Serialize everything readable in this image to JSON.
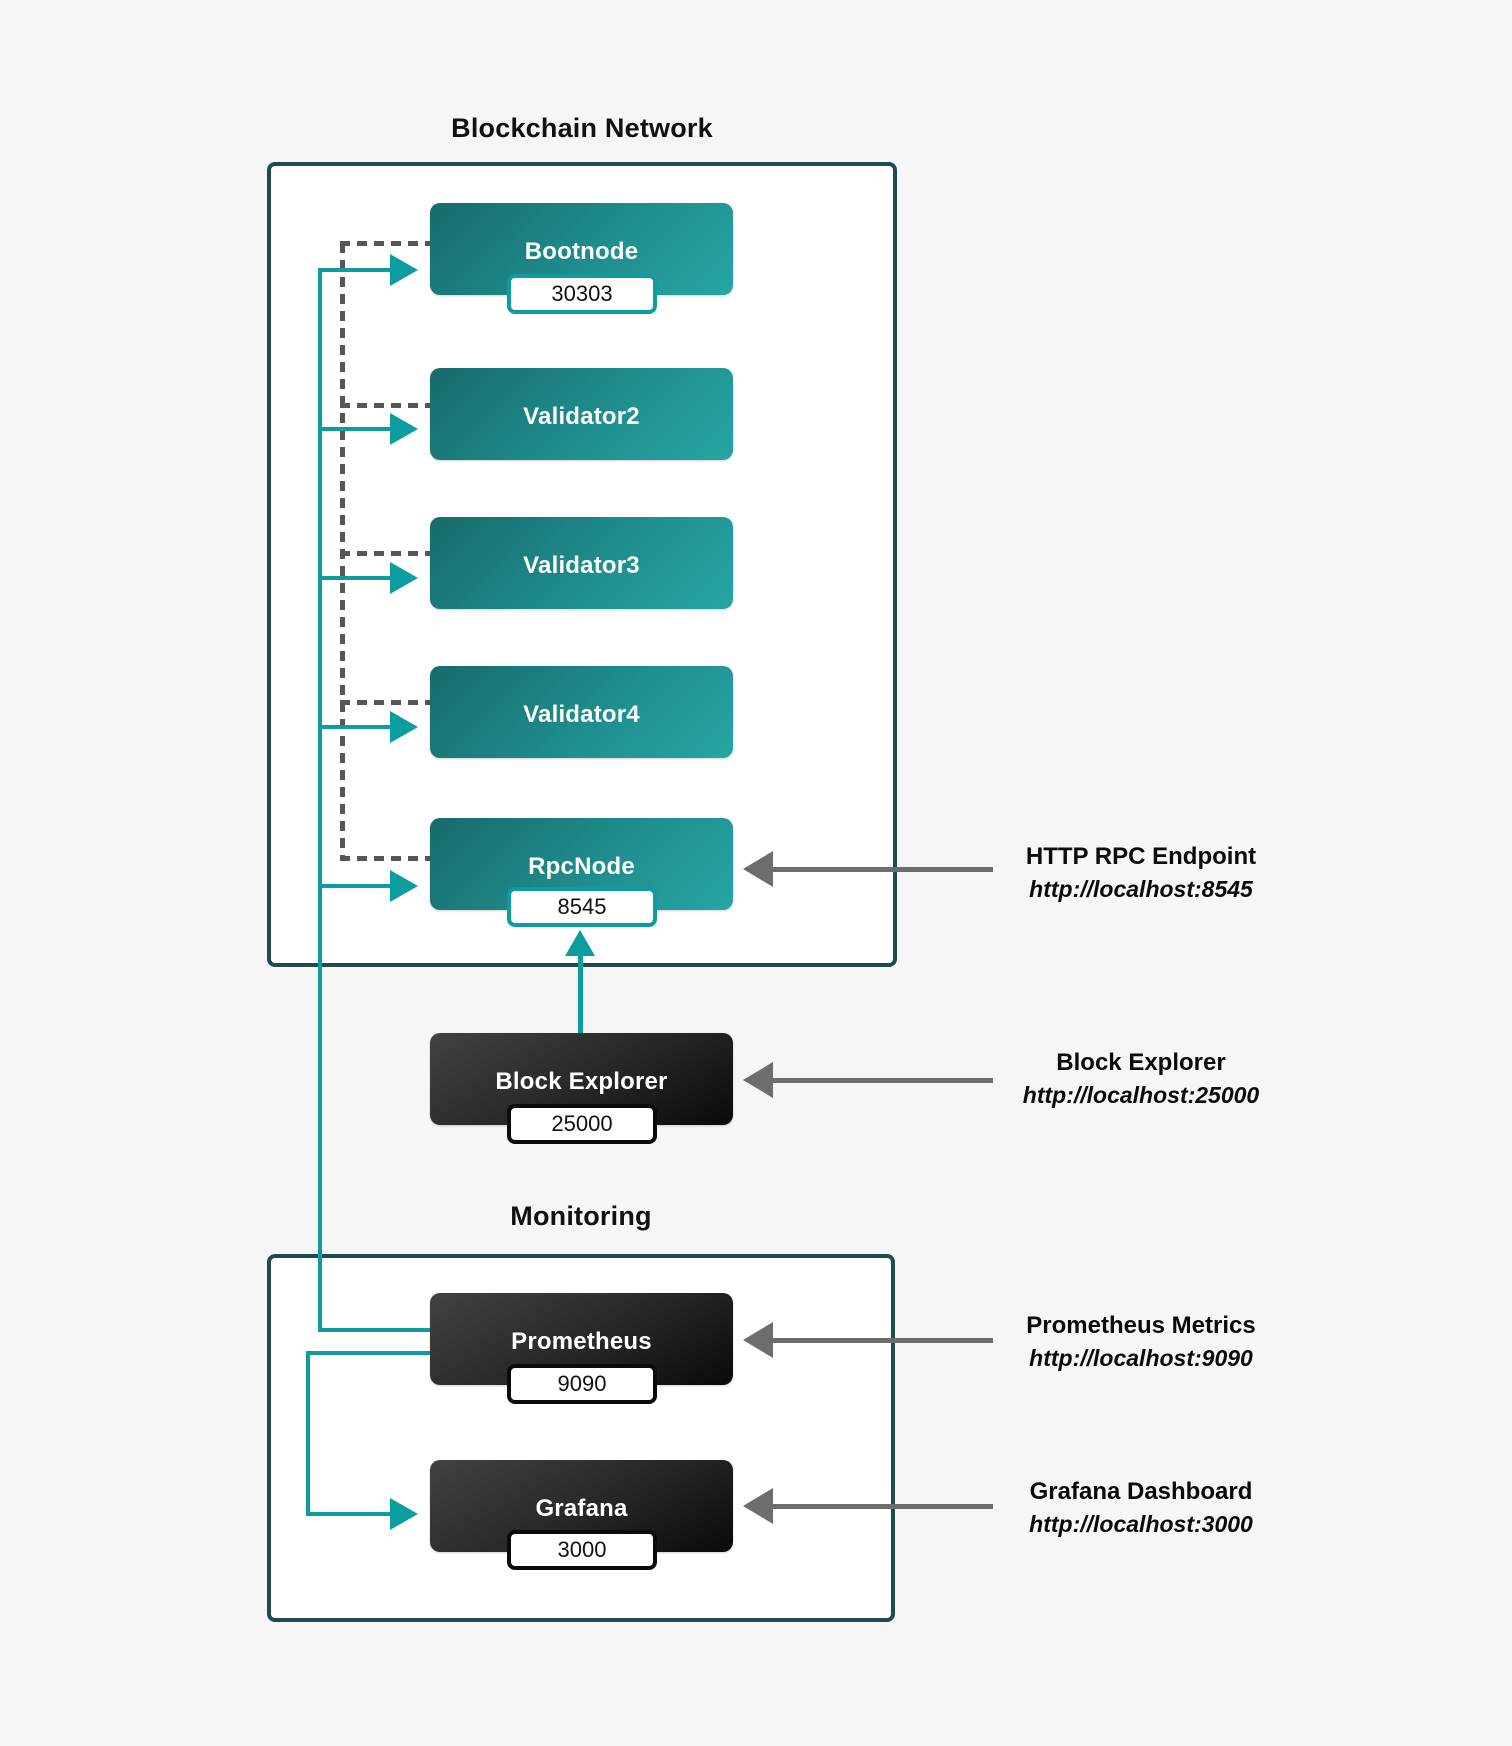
{
  "colors": {
    "accent_teal": "#0d9da1",
    "container_border": "#1c4b52",
    "arrow_gray": "#6d6d6d",
    "dashed_gray": "#565656",
    "background": "#f6f6f7"
  },
  "blockchain_network": {
    "title": "Blockchain Network",
    "nodes": [
      {
        "id": "bootnode",
        "label": "Bootnode",
        "port": "30303"
      },
      {
        "id": "validator2",
        "label": "Validator2"
      },
      {
        "id": "validator3",
        "label": "Validator3"
      },
      {
        "id": "validator4",
        "label": "Validator4"
      },
      {
        "id": "rpcnode",
        "label": "RpcNode",
        "port": "8545"
      }
    ]
  },
  "block_explorer": {
    "label": "Block Explorer",
    "port": "25000"
  },
  "monitoring": {
    "title": "Monitoring",
    "nodes": [
      {
        "id": "prometheus",
        "label": "Prometheus",
        "port": "9090"
      },
      {
        "id": "grafana",
        "label": "Grafana",
        "port": "3000"
      }
    ]
  },
  "annotations": [
    {
      "title": "HTTP RPC Endpoint",
      "url": "http://localhost:8545"
    },
    {
      "title": "Block Explorer",
      "url": "http://localhost:25000"
    },
    {
      "title": "Prometheus Metrics",
      "url": "http://localhost:9090"
    },
    {
      "title": "Grafana Dashboard",
      "url": "http://localhost:3000"
    }
  ]
}
